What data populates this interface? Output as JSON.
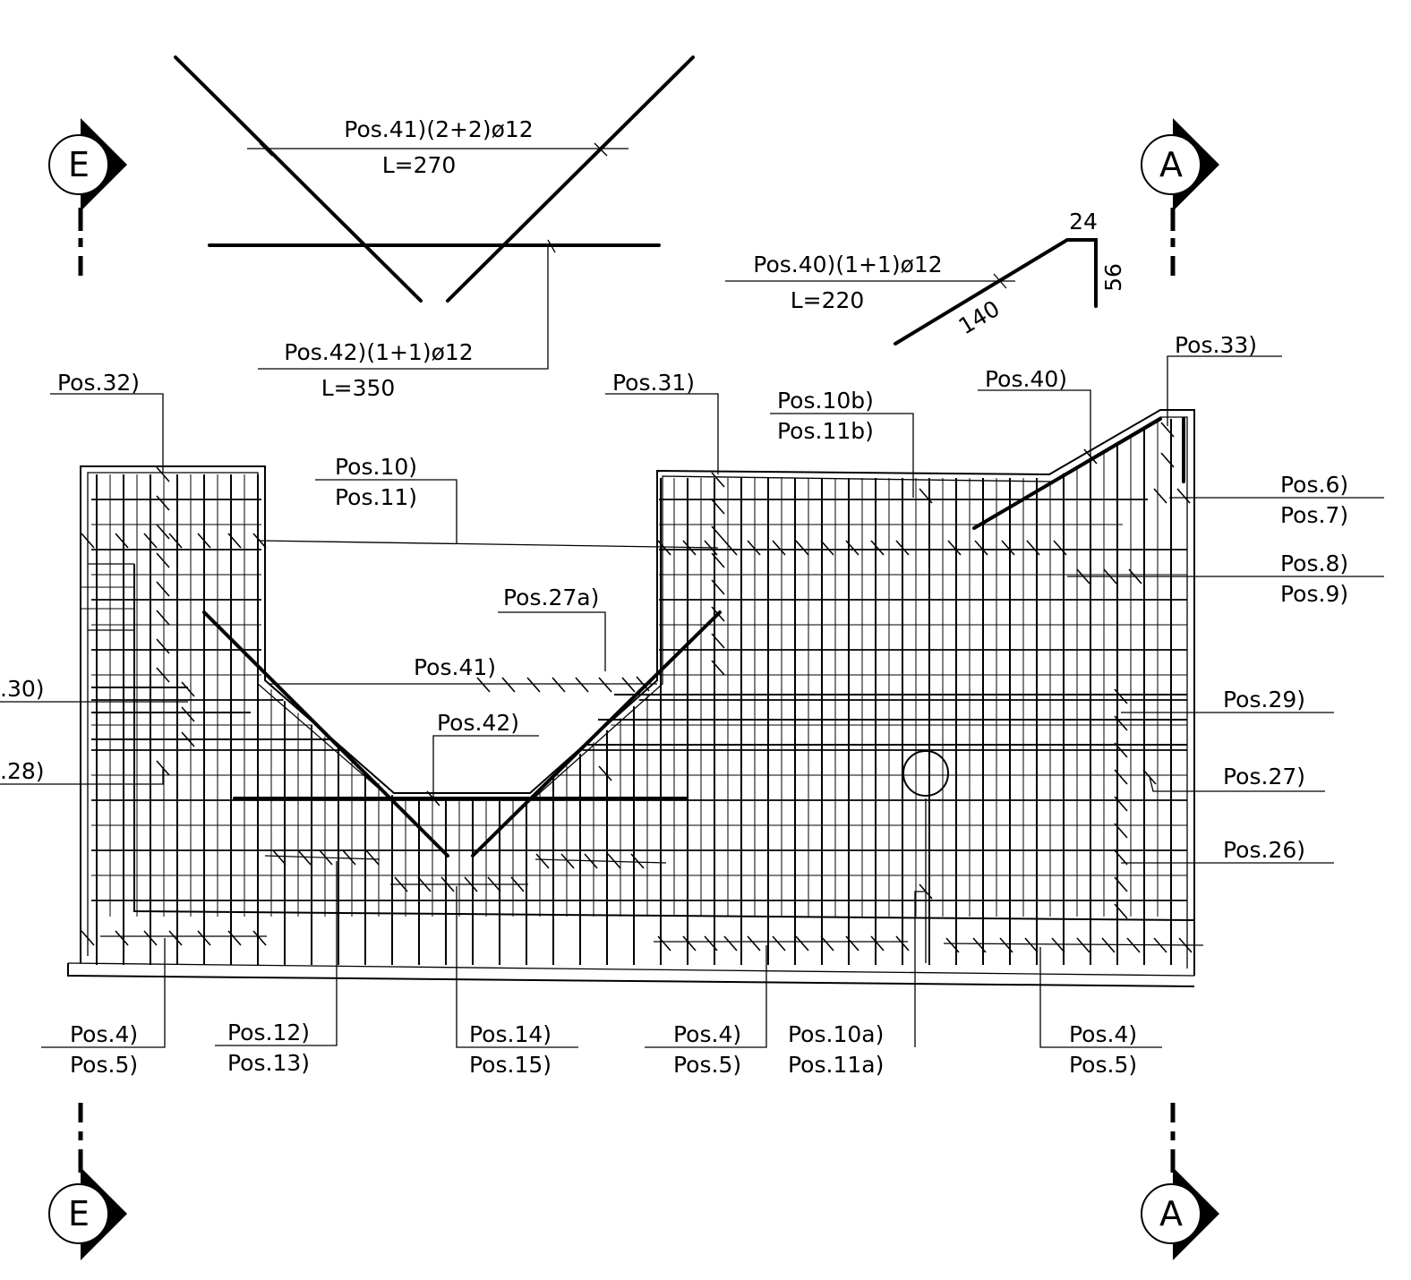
{
  "sections": {
    "e_top": "E",
    "a_top": "A",
    "e_bottom": "E",
    "a_bottom": "A"
  },
  "details": {
    "pos41_title": "Pos.41)(2+2)ø12",
    "pos41_length": "L=270",
    "pos42_title": "Pos.42)(1+1)ø12",
    "pos42_length": "L=350",
    "pos40_title": "Pos.40)(1+1)ø12",
    "pos40_length": "L=220",
    "pos40_dim_top": "24",
    "pos40_dim_side": "56",
    "pos40_dim_diag": "140"
  },
  "labels": {
    "pos32": "Pos.32)",
    "pos10": "Pos.10)",
    "pos11": "Pos.11)",
    "pos31": "Pos.31)",
    "pos10b": "Pos.10b)",
    "pos11b": "Pos.11b)",
    "pos40": "Pos.40)",
    "pos33": "Pos.33)",
    "pos6": "Pos.6)",
    "pos7": "Pos.7)",
    "pos8": "Pos.8)",
    "pos9": "Pos.9)",
    "pos27a": "Pos.27a)",
    "pos41": "Pos.41)",
    "pos42": "Pos.42)",
    "pos30": ".30)",
    "pos28": ".28)",
    "pos29": "Pos.29)",
    "pos27": "Pos.27)",
    "pos26": "Pos.26)",
    "b1_a": "Pos.4)",
    "b1_b": "Pos.5)",
    "b2_a": "Pos.12)",
    "b2_b": "Pos.13)",
    "b3_a": "Pos.14)",
    "b3_b": "Pos.15)",
    "b4_a": "Pos.4)",
    "b4_b": "Pos.5)",
    "b5_a": "Pos.10a)",
    "b5_b": "Pos.11a)",
    "b6_a": "Pos.4)",
    "b6_b": "Pos.5)"
  }
}
